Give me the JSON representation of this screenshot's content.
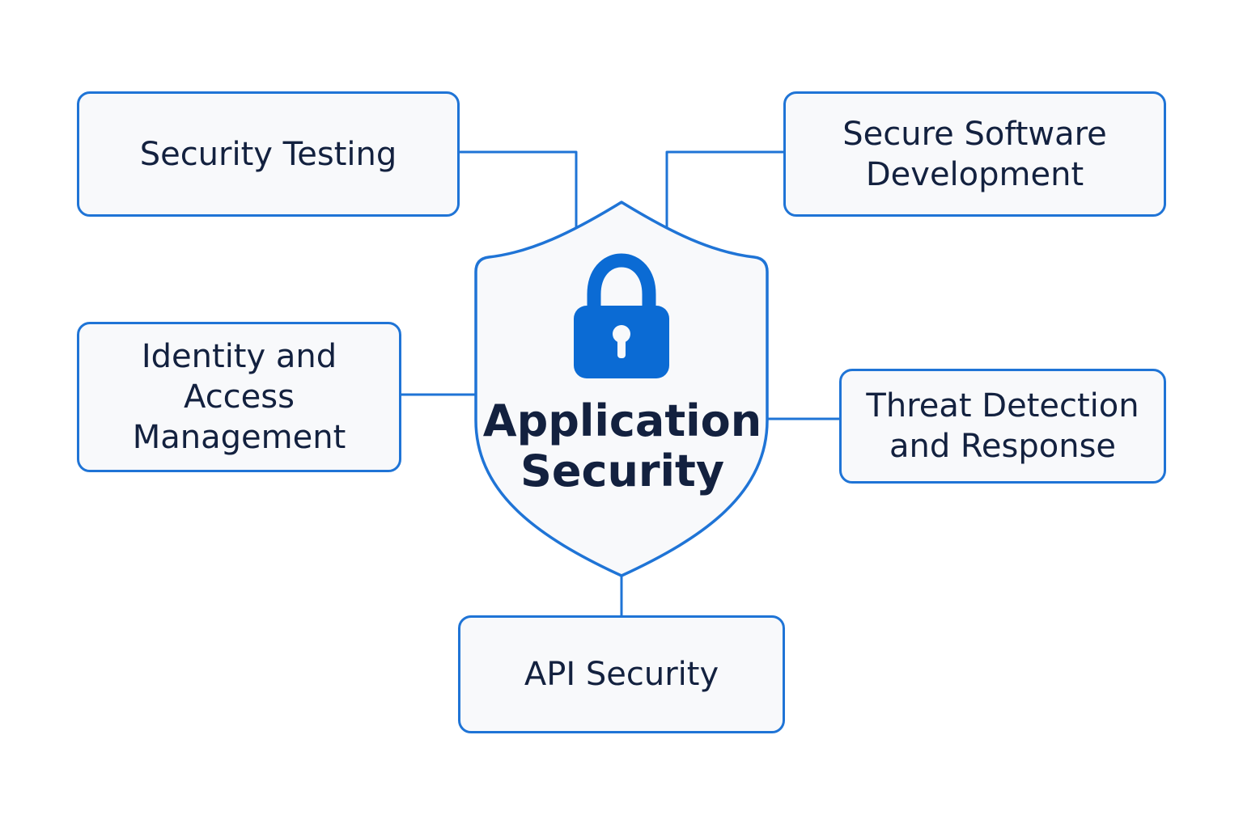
{
  "colors": {
    "accent": "#1f74d6",
    "text": "#13213f",
    "box_fill": "#f8f9fb",
    "background": "#ffffff"
  },
  "center": {
    "icon": "lock-icon",
    "title_lines": [
      "Application",
      "Security"
    ]
  },
  "nodes": {
    "security_testing": {
      "lines": [
        "Security Testing"
      ]
    },
    "secure_software_development": {
      "lines": [
        "Secure Software",
        "Development"
      ]
    },
    "identity_access_management": {
      "lines": [
        "Identity and",
        "Access",
        "Management"
      ]
    },
    "threat_detection_response": {
      "lines": [
        "Threat Detection",
        "and Response"
      ]
    },
    "api_security": {
      "lines": [
        "API Security"
      ]
    }
  }
}
